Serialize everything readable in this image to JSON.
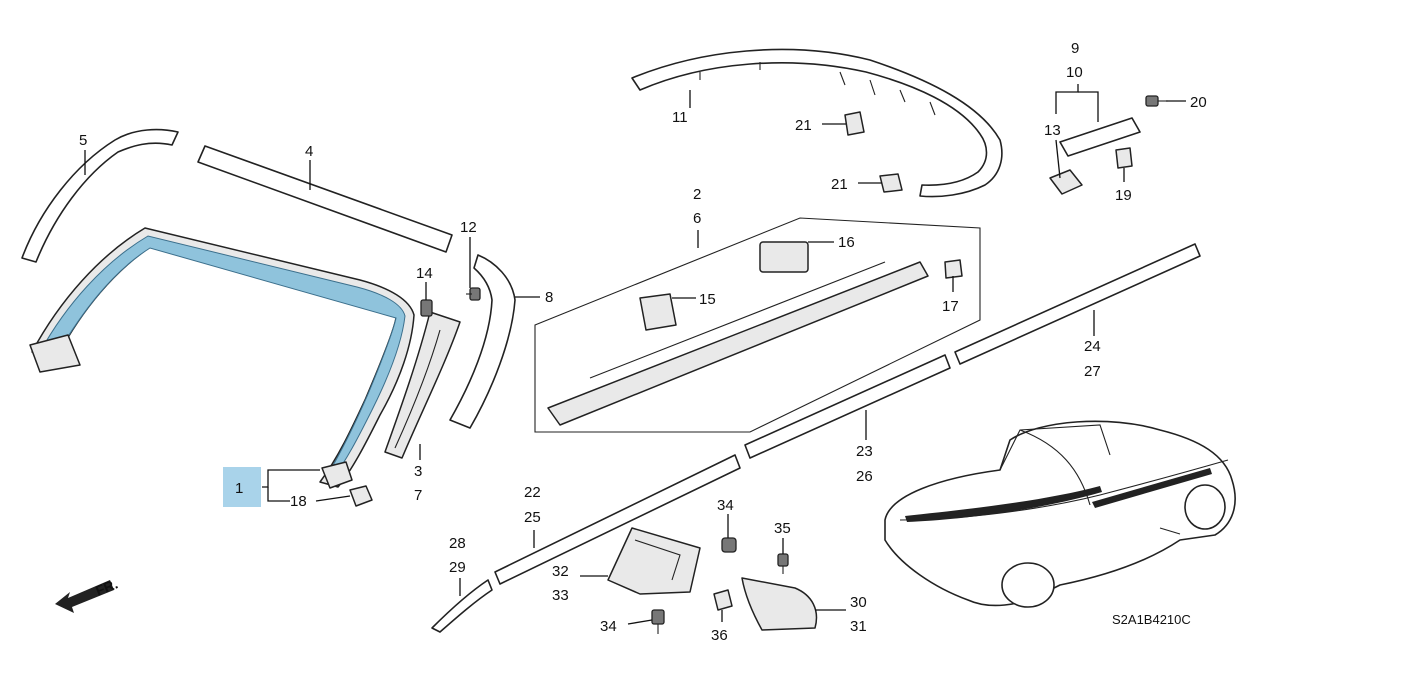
{
  "colors": {
    "highlight": "#8fc3dc",
    "line": "#222222",
    "highlight_box": "#a9d3ea"
  },
  "front_arrow": {
    "text": "FR.",
    "icon": "front-direction-arrow-icon"
  },
  "diagram_code": "S2A1B4210C",
  "callouts": {
    "p1": "1",
    "p2": "2",
    "p3": "3",
    "p4": "4",
    "p5": "5",
    "p6": "6",
    "p7": "7",
    "p8": "8",
    "p9": "9",
    "p10": "10",
    "p11": "11",
    "p12": "12",
    "p13": "13",
    "p14": "14",
    "p15": "15",
    "p16": "16",
    "p17": "17",
    "p18": "18",
    "p19": "19",
    "p20": "20",
    "p21a": "21",
    "p21b": "21",
    "p22": "22",
    "p23": "23",
    "p24": "24",
    "p25": "25",
    "p26": "26",
    "p27": "27",
    "p28": "28",
    "p29": "29",
    "p30": "30",
    "p31": "31",
    "p32": "32",
    "p33": "33",
    "p34a": "34",
    "p34b": "34",
    "p35": "35",
    "p36": "36"
  }
}
